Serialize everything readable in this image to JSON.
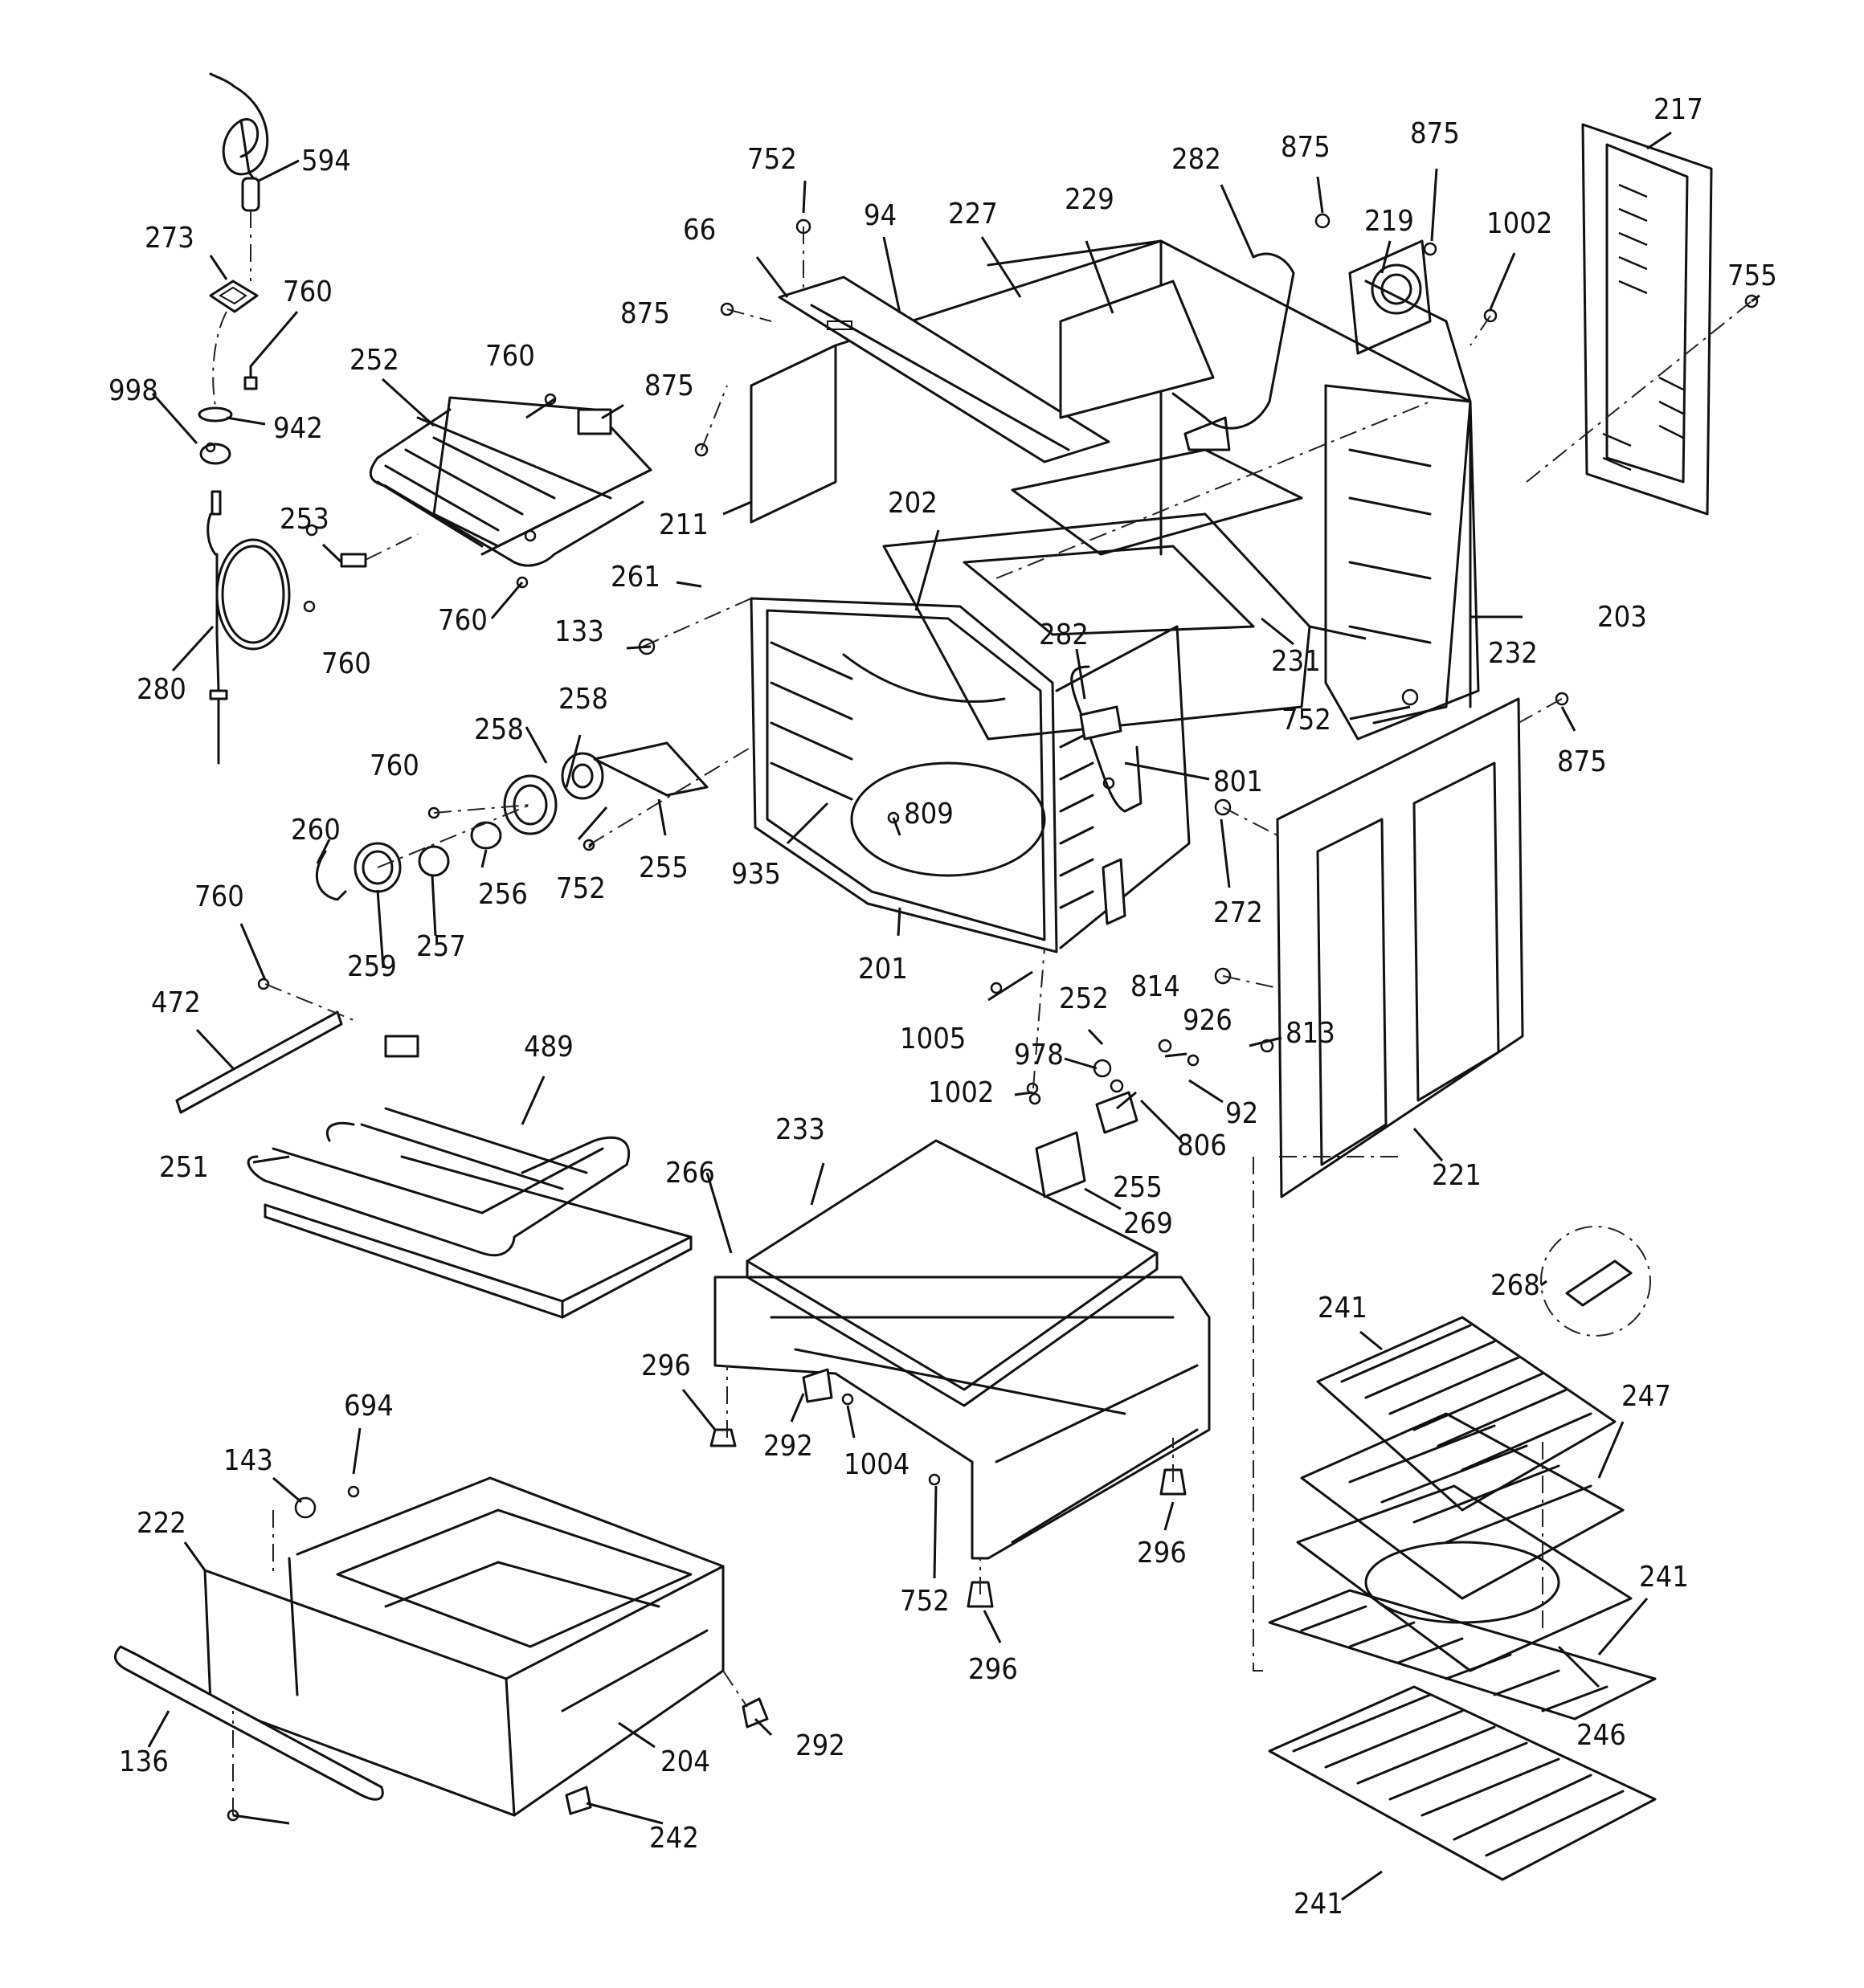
{
  "diagram": {
    "callouts": [
      {
        "id": "594"
      },
      {
        "id": "273"
      },
      {
        "id": "760"
      },
      {
        "id": "998"
      },
      {
        "id": "942"
      },
      {
        "id": "280"
      },
      {
        "id": "752"
      },
      {
        "id": "66"
      },
      {
        "id": "94"
      },
      {
        "id": "227"
      },
      {
        "id": "229"
      },
      {
        "id": "282"
      },
      {
        "id": "875"
      },
      {
        "id": "219"
      },
      {
        "id": "1002"
      },
      {
        "id": "217"
      },
      {
        "id": "755"
      },
      {
        "id": "252"
      },
      {
        "id": "253"
      },
      {
        "id": "211"
      },
      {
        "id": "202"
      },
      {
        "id": "261"
      },
      {
        "id": "133"
      },
      {
        "id": "231"
      },
      {
        "id": "232"
      },
      {
        "id": "203"
      },
      {
        "id": "801"
      },
      {
        "id": "258"
      },
      {
        "id": "260"
      },
      {
        "id": "255"
      },
      {
        "id": "256"
      },
      {
        "id": "259"
      },
      {
        "id": "257"
      },
      {
        "id": "809"
      },
      {
        "id": "935"
      },
      {
        "id": "201"
      },
      {
        "id": "272"
      },
      {
        "id": "472"
      },
      {
        "id": "489"
      },
      {
        "id": "1005"
      },
      {
        "id": "814"
      },
      {
        "id": "926"
      },
      {
        "id": "813"
      },
      {
        "id": "978"
      },
      {
        "id": "92"
      },
      {
        "id": "806"
      },
      {
        "id": "251"
      },
      {
        "id": "233"
      },
      {
        "id": "266"
      },
      {
        "id": "269"
      },
      {
        "id": "221"
      },
      {
        "id": "268"
      },
      {
        "id": "241"
      },
      {
        "id": "296"
      },
      {
        "id": "292"
      },
      {
        "id": "1004"
      },
      {
        "id": "247"
      },
      {
        "id": "694"
      },
      {
        "id": "143"
      },
      {
        "id": "222"
      },
      {
        "id": "136"
      },
      {
        "id": "204"
      },
      {
        "id": "242"
      },
      {
        "id": "246"
      }
    ]
  }
}
